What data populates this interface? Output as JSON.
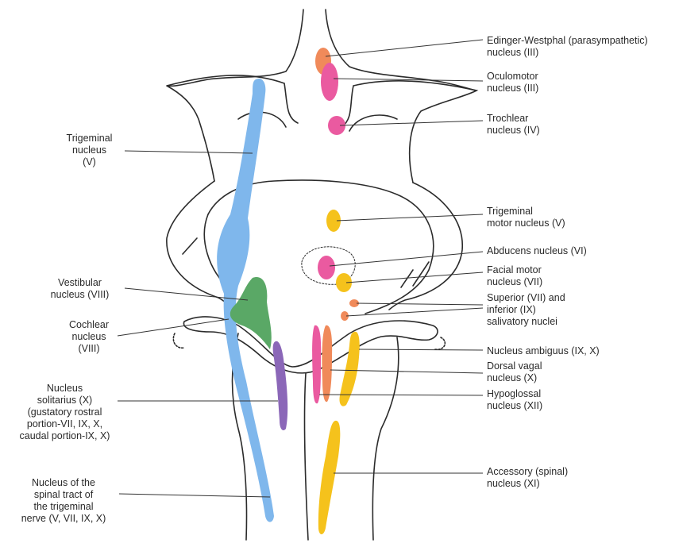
{
  "labels": {
    "edinger": [
      "Edinger-Westphal (parasympathetic)",
      "nucleus (III)"
    ],
    "oculomotor": [
      "Oculomotor",
      "nucleus (III)"
    ],
    "trochlear": [
      "Trochlear",
      "nucleus (IV)"
    ],
    "trigeminal_motor": [
      "Trigeminal",
      "motor nucleus (V)"
    ],
    "abducens": [
      "Abducens nucleus (VI)"
    ],
    "facial": [
      "Facial motor",
      "nucleus (VII)"
    ],
    "salivatory": [
      "Superior (VII) and",
      "inferior (IX)",
      "salivatory nuclei"
    ],
    "ambiguus": [
      "Nucleus ambiguus (IX, X)"
    ],
    "dorsal_vagal": [
      "Dorsal vagal",
      "nucleus (X)"
    ],
    "hypoglossal": [
      "Hypoglossal",
      "nucleus (XII)"
    ],
    "accessory": [
      "Accessory (spinal)",
      "nucleus (XI)"
    ],
    "trigeminal": [
      "Trigeminal",
      "nucleus",
      "(V)"
    ],
    "vestibular": [
      "Vestibular",
      "nucleus (VIII)"
    ],
    "cochlear": [
      "Cochlear",
      "nucleus",
      "(VIII)"
    ],
    "solitarius": [
      "Nucleus",
      "solitarius (X)",
      "(gustatory rostral",
      "portion-VII, IX, X,",
      "caudal portion-IX, X)"
    ],
    "spinal_tract": [
      "Nucleus of the",
      "spinal tract of",
      "the trigeminal",
      "nerve (V, VII, IX, X)"
    ]
  },
  "colors": {
    "blue": "#7fb7ec",
    "pink": "#ea5aa0",
    "orange": "#f08a5a",
    "yellow": "#f5c21c",
    "green": "#5aa866",
    "purple": "#8b67b8",
    "outline": "#2b2b2b"
  }
}
